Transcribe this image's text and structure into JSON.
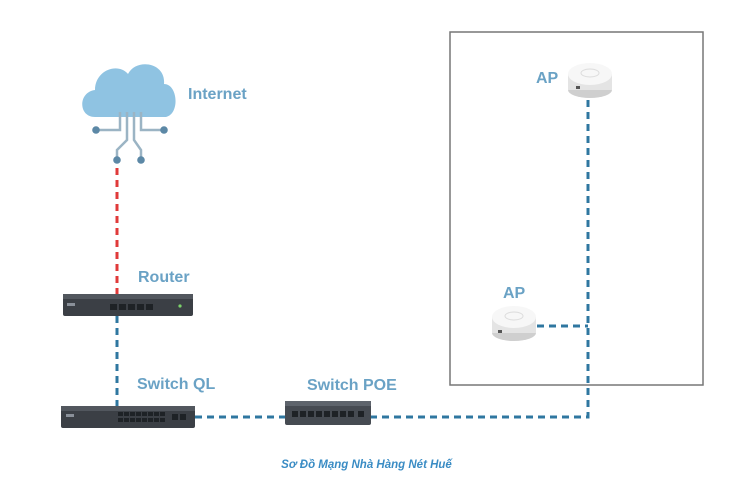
{
  "nodes": {
    "internet": {
      "label": "Internet"
    },
    "router": {
      "label": "Router"
    },
    "switch_ql": {
      "label": "Switch QL"
    },
    "switch_poe": {
      "label": "Switch POE"
    },
    "ap_top": {
      "label": "AP"
    },
    "ap_bottom": {
      "label": "AP"
    }
  },
  "caption": "Sơ Đồ Mạng Nhà Hàng Nét Huế",
  "colors": {
    "label": "#6aa2c5",
    "caption": "#3a8cc4",
    "wan_link": "#e03a3a",
    "lan_link": "#2f77a0",
    "cloud": "#8fc3e2",
    "frame": "#777777",
    "device_body": "#3b3f45",
    "ap_body": "#f2f2f2"
  },
  "links": [
    {
      "from": "internet",
      "to": "router",
      "style": "red-dashed"
    },
    {
      "from": "router",
      "to": "switch_ql",
      "style": "blue-dashed"
    },
    {
      "from": "switch_ql",
      "to": "switch_poe",
      "style": "blue-dashed"
    },
    {
      "from": "switch_poe",
      "to": "ap_top",
      "style": "blue-dashed"
    },
    {
      "from": "switch_poe",
      "to": "ap_bottom",
      "style": "blue-dashed"
    }
  ]
}
